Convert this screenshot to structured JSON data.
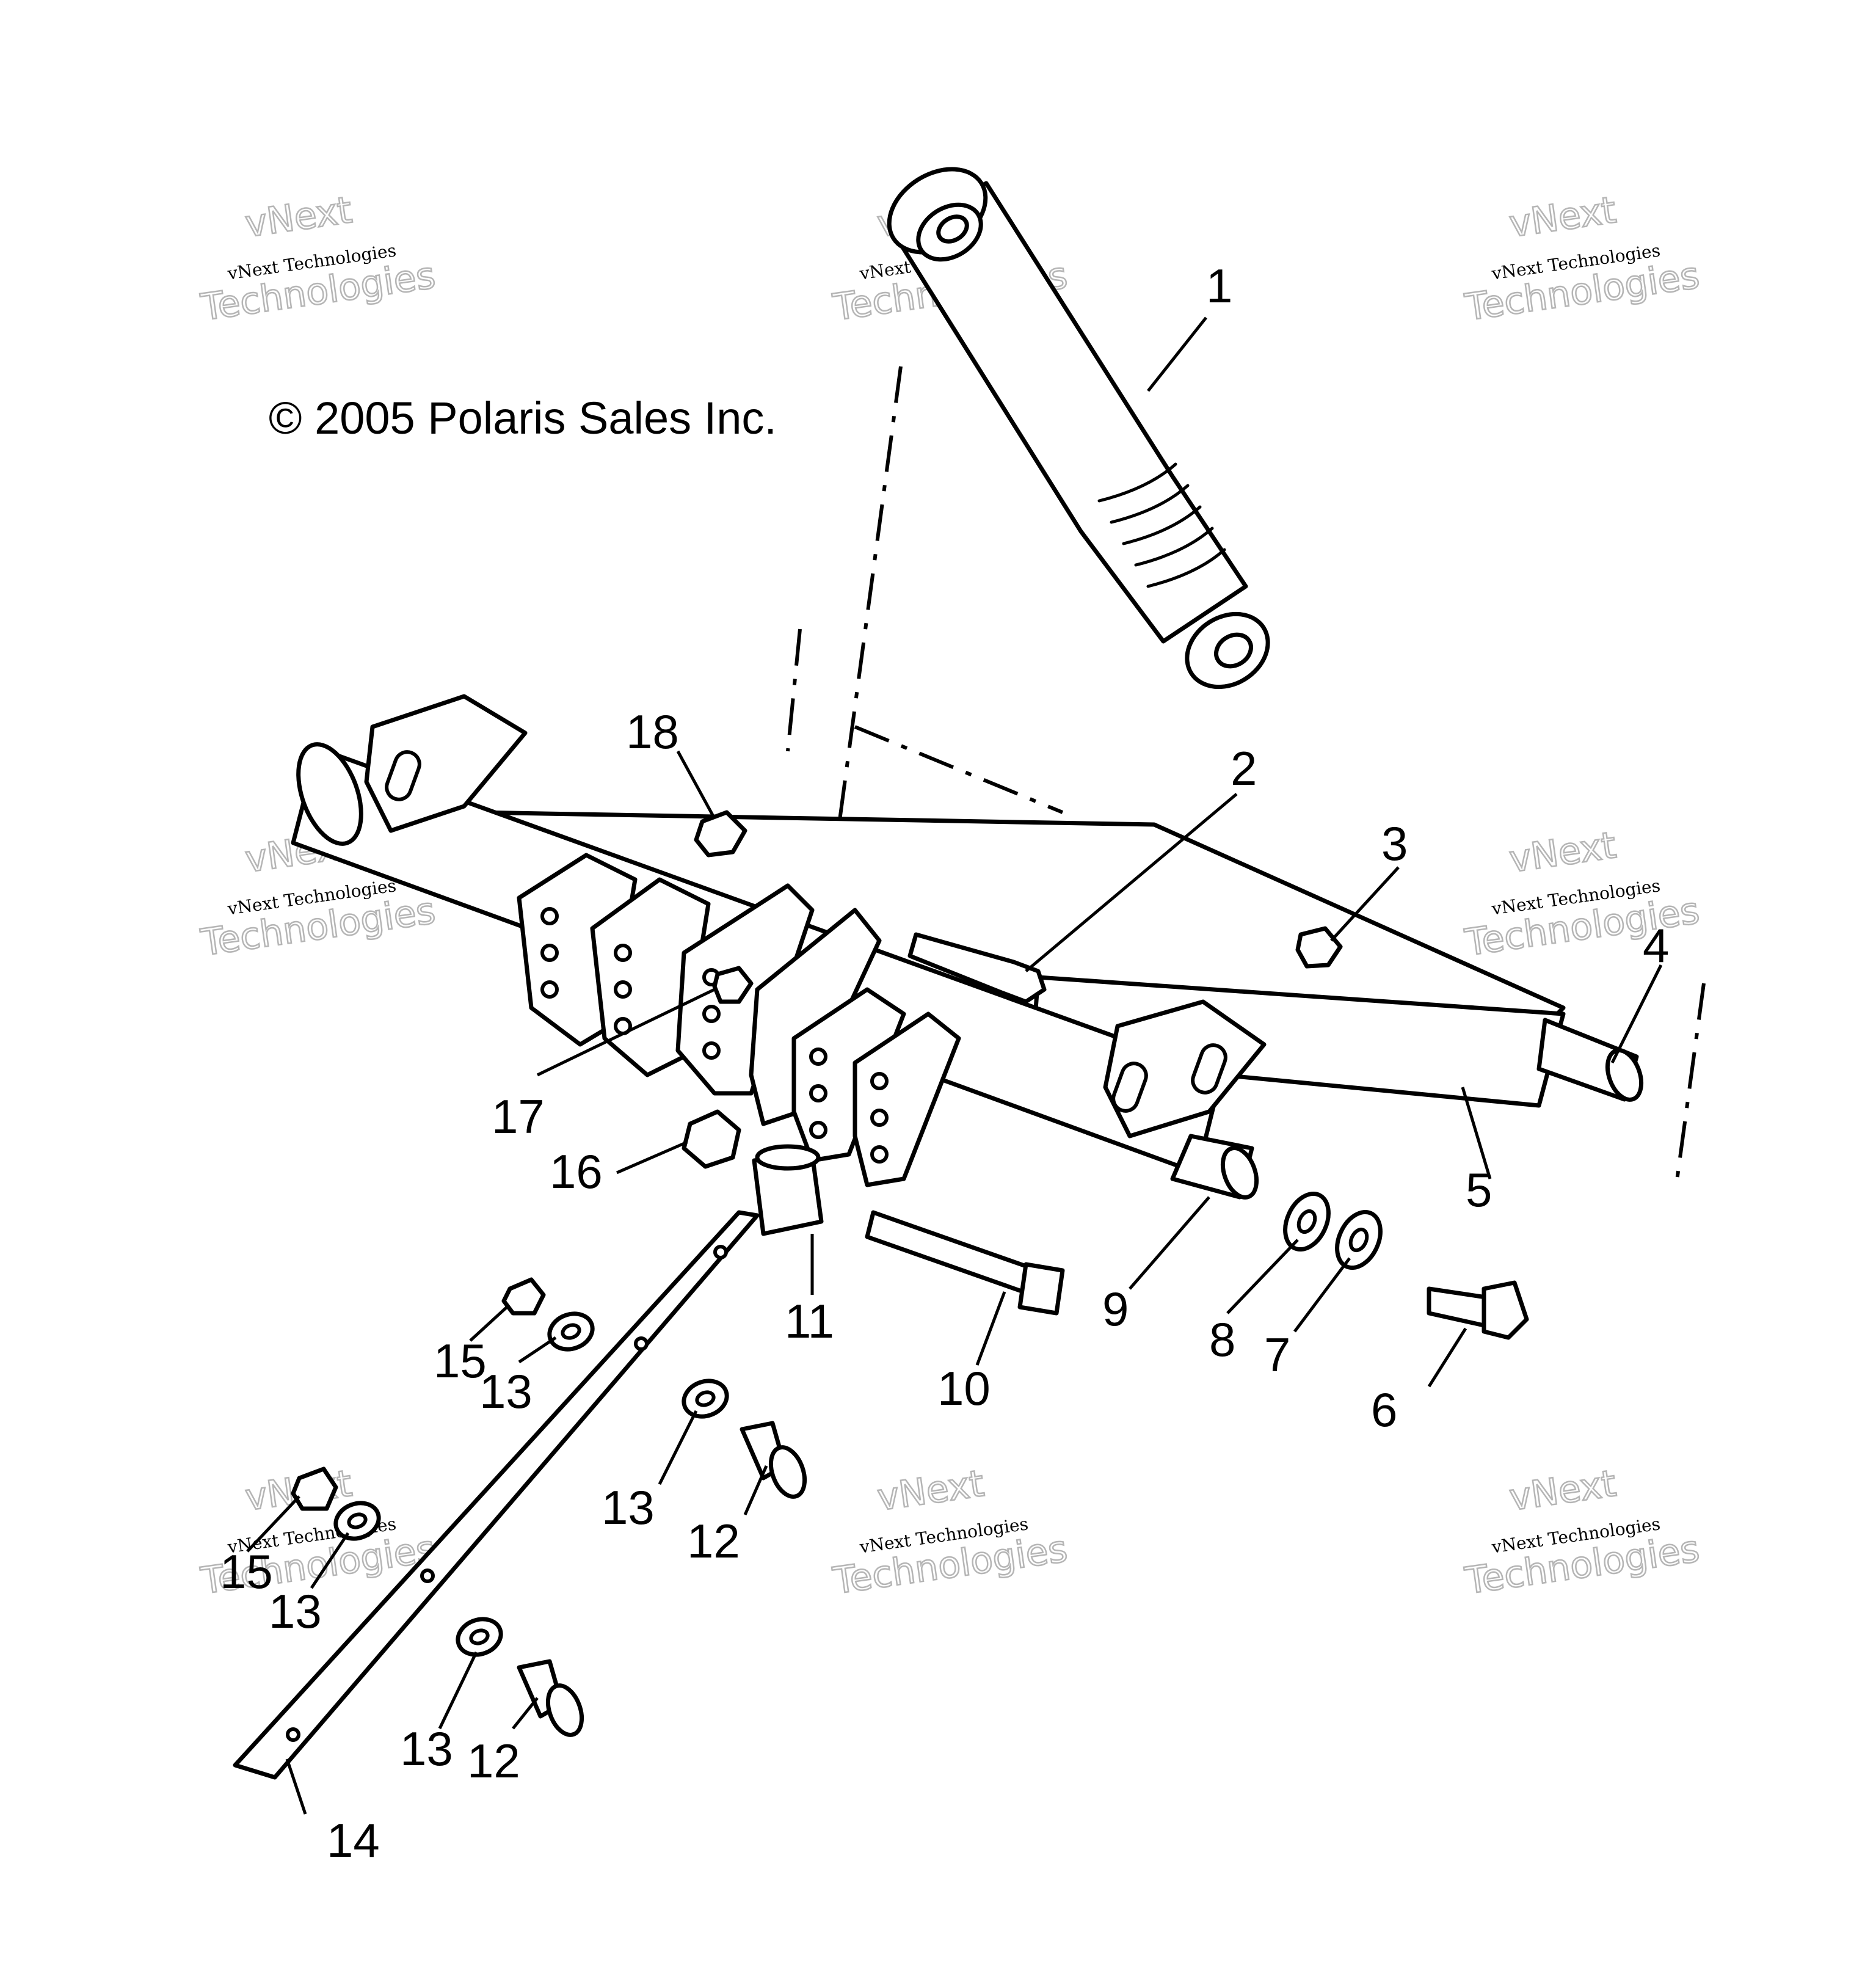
{
  "copyright": "© 2005 Polaris Sales Inc.",
  "watermark": {
    "line1": "vNext",
    "line2": "vNext Technologies",
    "line3": "Technologies"
  },
  "callouts": [
    {
      "id": "c1",
      "label": "1"
    },
    {
      "id": "c2",
      "label": "2"
    },
    {
      "id": "c3",
      "label": "3"
    },
    {
      "id": "c4",
      "label": "4"
    },
    {
      "id": "c5",
      "label": "5"
    },
    {
      "id": "c6",
      "label": "6"
    },
    {
      "id": "c7",
      "label": "7"
    },
    {
      "id": "c8",
      "label": "8"
    },
    {
      "id": "c9",
      "label": "9"
    },
    {
      "id": "c10",
      "label": "10"
    },
    {
      "id": "c11",
      "label": "11"
    },
    {
      "id": "c12a",
      "label": "12"
    },
    {
      "id": "c12b",
      "label": "12"
    },
    {
      "id": "c13a",
      "label": "13"
    },
    {
      "id": "c13b",
      "label": "13"
    },
    {
      "id": "c13c",
      "label": "13"
    },
    {
      "id": "c13d",
      "label": "13"
    },
    {
      "id": "c14",
      "label": "14"
    },
    {
      "id": "c15a",
      "label": "15"
    },
    {
      "id": "c15b",
      "label": "15"
    },
    {
      "id": "c16",
      "label": "16"
    },
    {
      "id": "c17",
      "label": "17"
    },
    {
      "id": "c18",
      "label": "18"
    }
  ]
}
